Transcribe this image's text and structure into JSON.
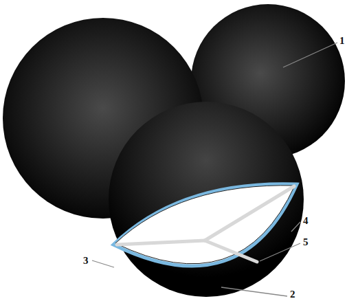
{
  "diagram": {
    "labels": [
      "1",
      "3",
      "4",
      "5",
      "2"
    ]
  }
}
